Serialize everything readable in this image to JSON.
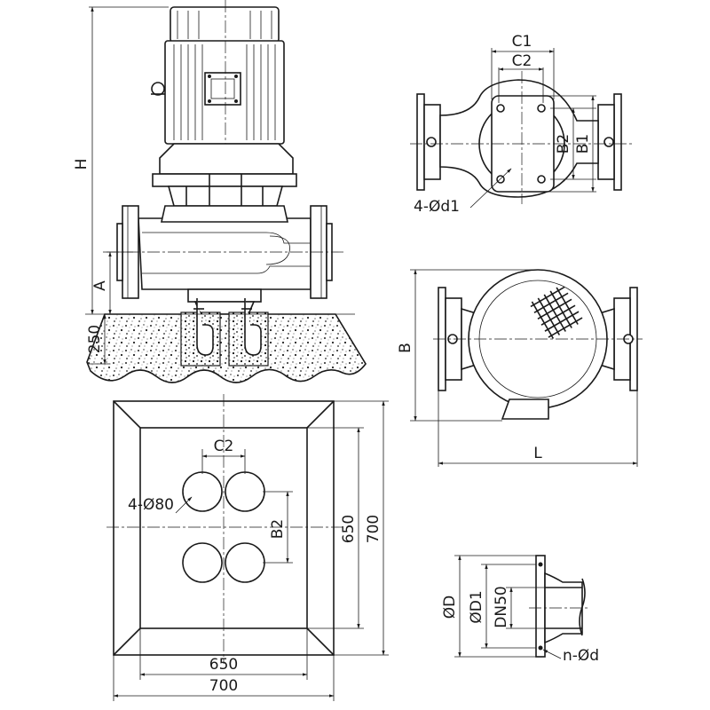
{
  "views": {
    "elevation": {
      "height_label": "H",
      "inlet_height_label": "A",
      "foundation_depth_label": "250"
    },
    "top_view": {
      "c1_label": "C1",
      "c2_label": "C2",
      "b2_label": "B2",
      "b1_label": "B1",
      "bolt_holes_label": "4-Ød1"
    },
    "side_view": {
      "b_label": "B",
      "l_label": "L"
    },
    "foundation_plan": {
      "c2_label": "C2",
      "holes_label": "4-Ø80",
      "b2_label": "B2",
      "inner_height": "650",
      "outer_height": "700",
      "inner_width": "650",
      "outer_width": "700"
    },
    "flange_detail": {
      "od_label": "ØD",
      "d1_label": "ØD1",
      "dn_label": "DN50",
      "bolt_label": "n-Ød"
    }
  }
}
